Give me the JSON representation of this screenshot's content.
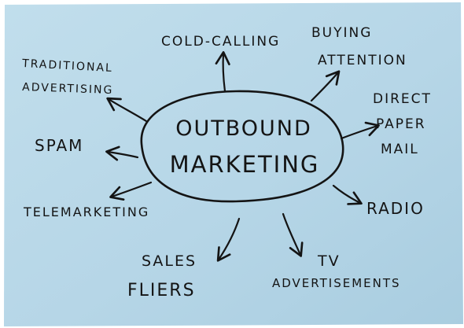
{
  "center": {
    "line1": "OUTBOUND",
    "line2": "MARKETING"
  },
  "branches": {
    "cold_calling": "COLD-CALLING",
    "buying_attention_line1": "BUYING",
    "buying_attention_line2": "ATTENTION",
    "traditional_line1": "TRADITIONAL",
    "traditional_line2": "ADVERTISING",
    "spam": "SPAM",
    "direct_line1": "DIRECT",
    "direct_line2": "PAPER",
    "direct_line3": "MAIL",
    "telemarketing": "TELEMARKETING",
    "radio": "RADIO",
    "sales_line1": "SALES",
    "sales_line2": "FLIERS",
    "tv_line1": "TV",
    "tv_line2": "ADVERTISEMENTS"
  },
  "colors": {
    "paper": "#b9d8e8",
    "ink": "#141414"
  }
}
